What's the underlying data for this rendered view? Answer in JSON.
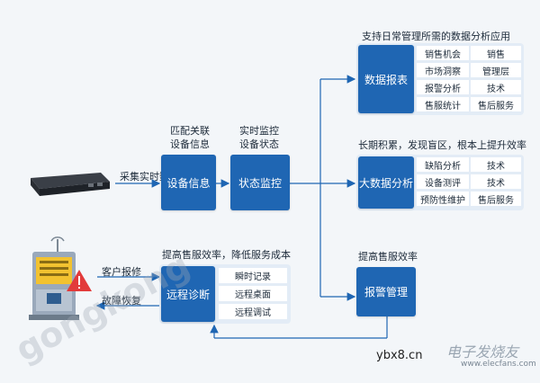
{
  "diagram": {
    "input_label": "采集实时数据",
    "device_info_caption": [
      "匹配关联",
      "设备信息"
    ],
    "status_caption": [
      "实时监控",
      "设备状态"
    ],
    "device_info_box": "设备信息",
    "status_box": "状态监控",
    "report": {
      "caption": "支持日常管理所需的数据分析应用",
      "box": "数据报表",
      "rows": [
        [
          "销售机会",
          "销售"
        ],
        [
          "市场洞察",
          "管理层"
        ],
        [
          "报警分析",
          "技术"
        ],
        [
          "售服统计",
          "售后服务"
        ]
      ]
    },
    "bigdata": {
      "caption": "长期积累，发现盲区，根本上提升效率",
      "box": "大数据分析",
      "rows": [
        [
          "缺陷分析",
          "技术"
        ],
        [
          "设备测评",
          "技术"
        ],
        [
          "预防性维护",
          "售后服务"
        ]
      ]
    },
    "alarm": {
      "caption": "提高售服效率",
      "box": "报警管理"
    },
    "remote": {
      "caption": "提高售服效率，降低服务成本",
      "box": "远程诊断",
      "rows": [
        "瞬时记录",
        "远程桌面",
        "远程调试"
      ]
    },
    "customer_report": "客户报修",
    "fault_recovery": "故障恢复"
  },
  "watermarks": {
    "left": "gongkong",
    "site": "ybx8.cn",
    "brand": "电子发烧友",
    "brand_url": "www.elecfans.com"
  },
  "colors": {
    "box": "#1f66b3",
    "group": "#e3ecf6",
    "line": "#1f66b3"
  }
}
